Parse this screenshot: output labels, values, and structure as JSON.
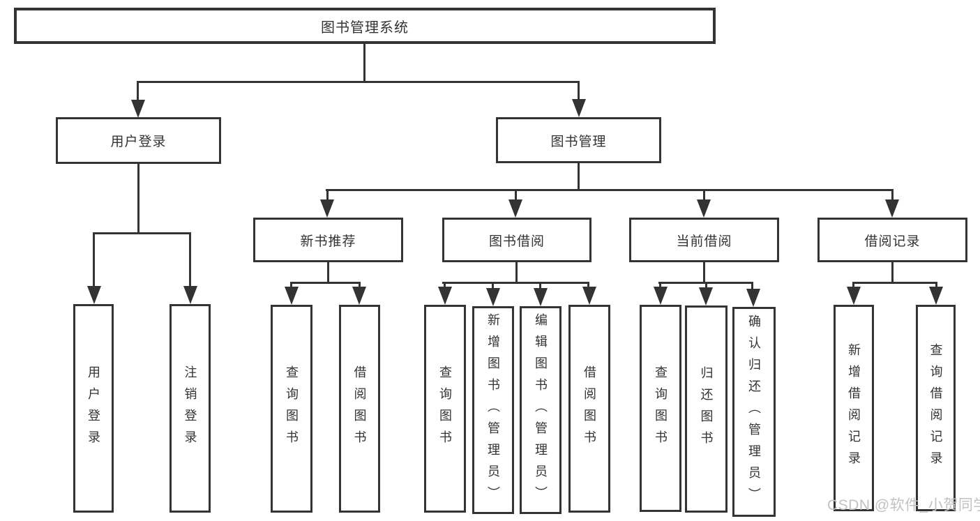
{
  "title": "图书管理系统",
  "watermark": "CSDN @软件_小贺同学",
  "colors": {
    "line": "#333333",
    "text": "#333333",
    "box_background": "#ffffff",
    "page_background": "#ffffff",
    "watermark": "#c2c2c2"
  },
  "tree": {
    "root": {
      "label": "图书管理系统",
      "children": [
        {
          "label": "用户登录",
          "children": [
            {
              "label": "用户登录"
            },
            {
              "label": "注销登录"
            }
          ]
        },
        {
          "label": "图书管理",
          "children": [
            {
              "label": "新书推荐",
              "children": [
                {
                  "label": "查询图书"
                },
                {
                  "label": "借阅图书"
                }
              ]
            },
            {
              "label": "图书借阅",
              "children": [
                {
                  "label": "查询图书"
                },
                {
                  "label": "新增图书（管理员）"
                },
                {
                  "label": "编辑图书（管理员）"
                },
                {
                  "label": "借阅图书"
                }
              ]
            },
            {
              "label": "当前借阅",
              "children": [
                {
                  "label": "查询图书"
                },
                {
                  "label": "归还图书"
                },
                {
                  "label": "确认归还（管理员）"
                }
              ]
            },
            {
              "label": "借阅记录",
              "children": [
                {
                  "label": "新增借阅记录"
                },
                {
                  "label": "查询借阅记录"
                }
              ]
            }
          ]
        }
      ]
    }
  }
}
